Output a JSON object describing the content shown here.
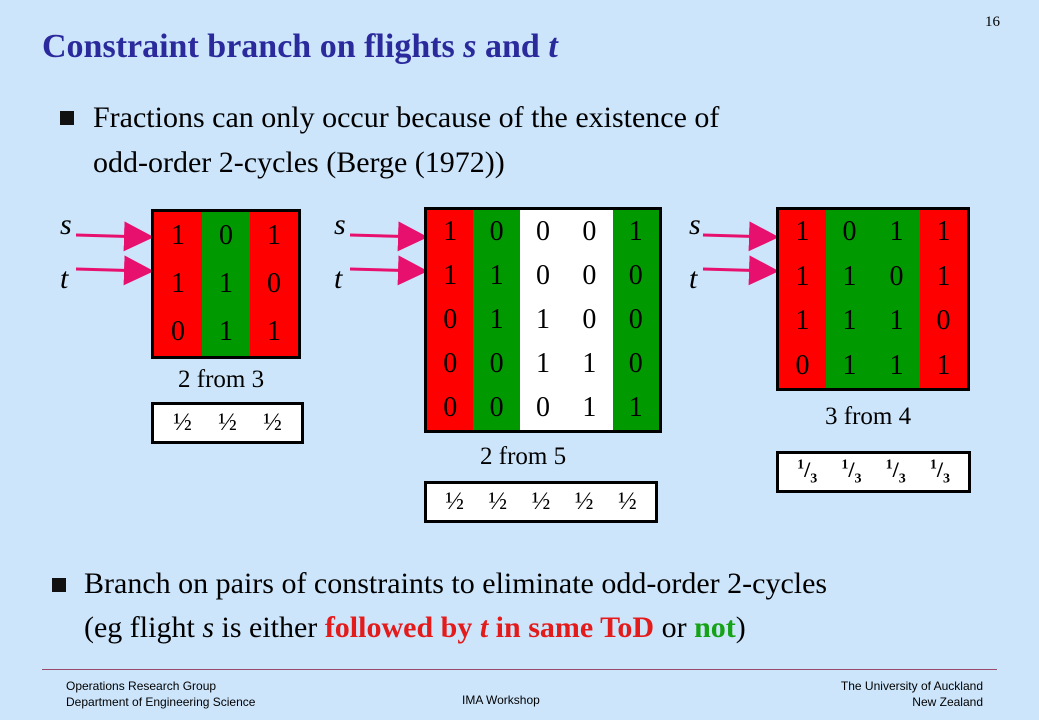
{
  "slide": {
    "page_number": "16",
    "title_prefix": "Constraint branch on flights ",
    "title_s": "s",
    "title_mid": " and ",
    "title_t": "t",
    "bullet1": {
      "line1": "Fractions can only occur because of the existence of",
      "line2": "odd-order 2-cycles (Berge (1972))"
    },
    "bullet2": {
      "line1": "Branch on pairs of constraints to eliminate odd-order 2-cycles",
      "line2_a": "(eg flight ",
      "line2_s": "s",
      "line2_b": " is either ",
      "line2_red_a": "followed by ",
      "line2_red_t": "t",
      "line2_red_b": " in same ToD",
      "line2_c": " or ",
      "line2_green": "not",
      "line2_d": ")"
    }
  },
  "labels": {
    "s": "s",
    "t": "t"
  },
  "matrices": [
    {
      "caption": "2 from 3",
      "col_colors": [
        "red",
        "green",
        "red"
      ],
      "rows": [
        [
          "1",
          "0",
          "1"
        ],
        [
          "1",
          "1",
          "0"
        ],
        [
          "0",
          "1",
          "1"
        ]
      ],
      "solution": [
        "½",
        "½",
        "½"
      ]
    },
    {
      "caption": "2 from 5",
      "col_colors": [
        "red",
        "green",
        "white",
        "white",
        "green"
      ],
      "rows": [
        [
          "1",
          "0",
          "0",
          "0",
          "1"
        ],
        [
          "1",
          "1",
          "0",
          "0",
          "0"
        ],
        [
          "0",
          "1",
          "1",
          "0",
          "0"
        ],
        [
          "0",
          "0",
          "1",
          "1",
          "0"
        ],
        [
          "0",
          "0",
          "0",
          "1",
          "1"
        ]
      ],
      "solution": [
        "½",
        "½",
        "½",
        "½",
        "½"
      ]
    },
    {
      "caption": "3 from 4",
      "col_colors": [
        "red",
        "green",
        "green",
        "red"
      ],
      "rows": [
        [
          "1",
          "0",
          "1",
          "1"
        ],
        [
          "1",
          "1",
          "0",
          "1"
        ],
        [
          "1",
          "1",
          "1",
          "0"
        ],
        [
          "0",
          "1",
          "1",
          "1"
        ]
      ],
      "solution": [
        {
          "num": "1",
          "slash": "/",
          "den": "3"
        },
        {
          "num": "1",
          "slash": "/",
          "den": "3"
        },
        {
          "num": "1",
          "slash": "/",
          "den": "3"
        },
        {
          "num": "1",
          "slash": "/",
          "den": "3"
        }
      ]
    }
  ],
  "footer": {
    "left_line1": "Operations Research Group",
    "left_line2": "Department of Engineering Science",
    "center": "IMA Workshop",
    "right_line1": "The University of Auckland",
    "right_line2": "New Zealand"
  },
  "colors": {
    "title": "#2a2a9c",
    "background": "#cce5fb",
    "red_col": "#ff0000",
    "green_col": "#009a00",
    "arrow": "#e8106e",
    "red_text": "#e41b1b",
    "green_text": "#16a216"
  }
}
